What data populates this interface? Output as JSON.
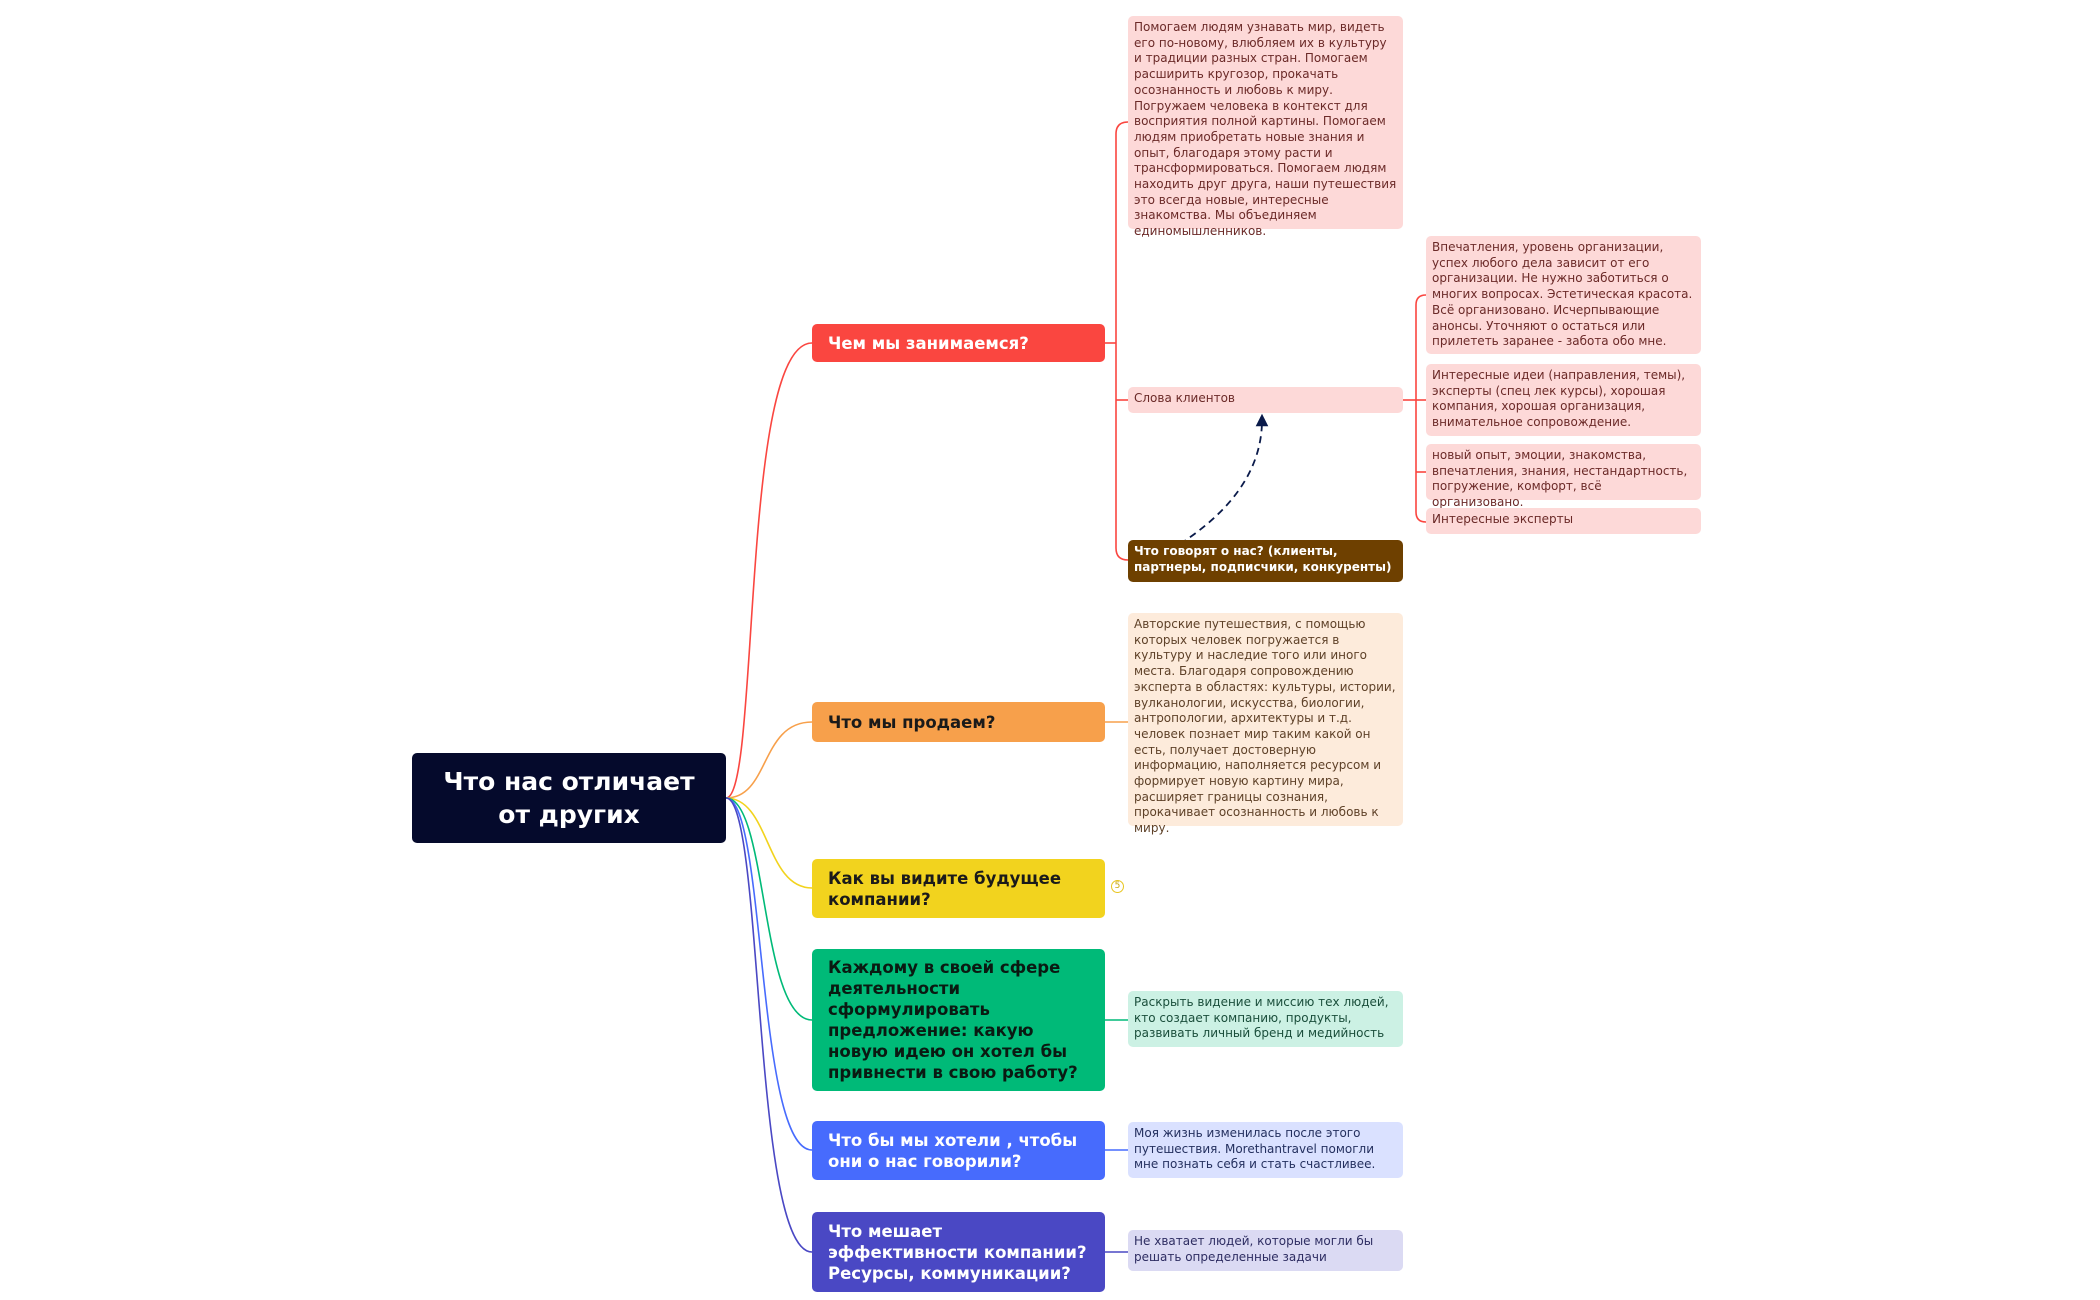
{
  "root": {
    "title": "Что нас отличает от других"
  },
  "topics": [
    {
      "label": "Чем мы занимаемся?",
      "color": "#fa4640",
      "children": [
        "Помогаем людям узнавать мир, видеть его по-новому, влюбляем их в культуру и традиции разных стран. Помогаем расширить кругозор, прокачать осознанность и любовь к миру. Погружаем человека в контекст для восприятия полной картины. Помогаем людям приобретать новые знания и опыт, благодаря этому расти и трансформироваться. Помогаем людям находить друг друга, наши путешествия это всегда новые, интересные знакомства. Мы объединяем единомышленников.",
        "Слова клиентов",
        "Что говорят о нас? (клиенты, партнеры, подписчики, конкуренты)"
      ],
      "client_words": [
        "Впечатления, уровень организации, успех любого дела зависит от его организации. Не нужно заботиться о многих вопросах. Эстетическая красота. Всё организовано. Исчерпывающие анонсы. Уточняют о остаться или прилететь заранее - забота обо мне.",
        "Интересные идеи (направления, темы), эксперты (спец лек курсы), хорошая компания, хорошая организация, внимательное сопровождение.",
        "новый опыт, эмоции, знакомства, впечатления, знания, нестандартность, погружение, комфорт, всё организовано.",
        "Интересные эксперты"
      ]
    },
    {
      "label": "Что мы продаем?",
      "color": "#f7a04b",
      "children": [
        "Авторские путешествия, с помощью которых человек погружается в культуру и наследие того или иного места. Благодаря сопровождению эксперта в областях: культуры, истории, вулканологии, искусства, биологии, антропологии, архитектуры и т.д. человек познает мир таким какой он есть, получает достоверную информацию, наполняется ресурсом и формирует новую картину мира, расширяет границы сознания, прокачивает осознанность и любовь к миру."
      ]
    },
    {
      "label": "Как вы видите будущее компании?",
      "color": "#f2d31e",
      "collapsed_count": "5"
    },
    {
      "label": "Каждому в своей сфере деятельности сформулировать предложение: какую новую идею он хотел бы привнести в свою работу?",
      "color": "#00ba78",
      "children": [
        "Раскрыть видение и миссию тех людей, кто создает компанию, продукты, развивать личный бренд и медийность"
      ]
    },
    {
      "label": "Что бы мы хотели , чтобы они о нас говорили?",
      "color": "#476bfd",
      "children": [
        "Моя жизнь изменилась после этого путешествия. Morethantravel помогли мне познать себя и стать счастливее."
      ]
    },
    {
      "label": "Что мешает эффективности компании? Ресурсы, коммуникации?",
      "color": "#4a48c4",
      "children": [
        "Не хватает людей, которые могли бы решать определенные задачи"
      ]
    }
  ]
}
